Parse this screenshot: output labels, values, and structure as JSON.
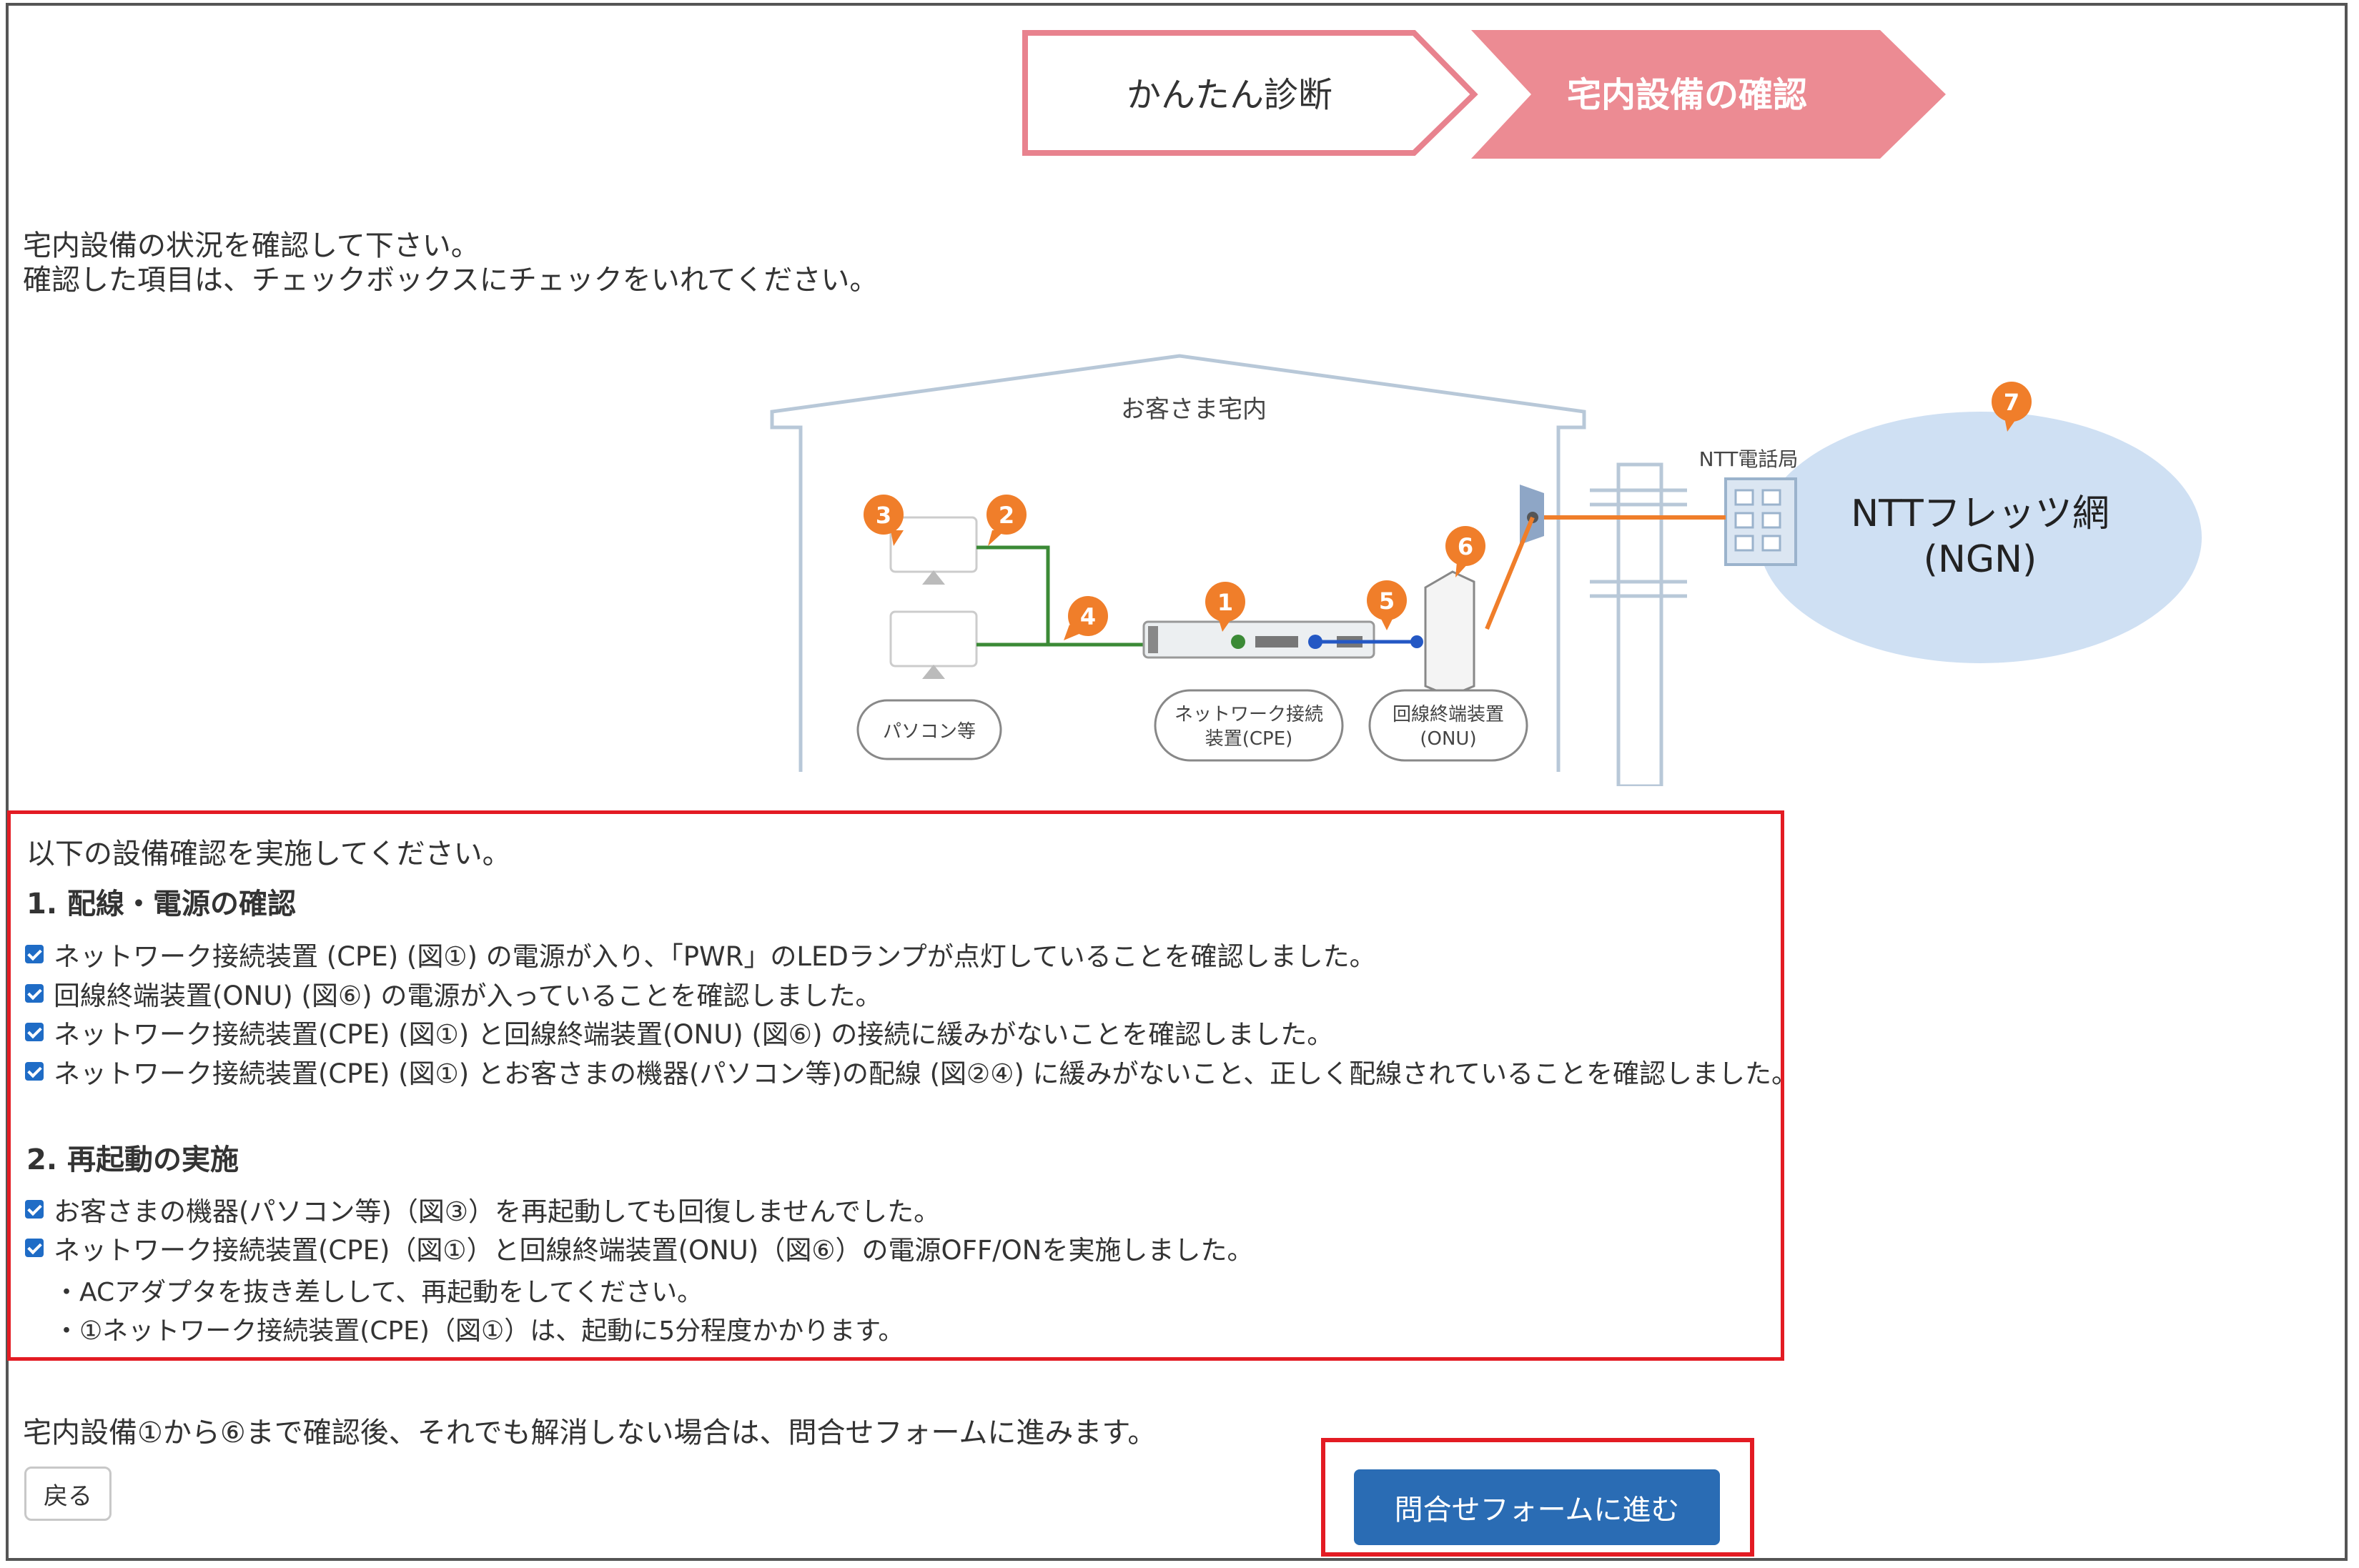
{
  "steps": {
    "step1": "かんたん診断",
    "step2": "宅内設備の確認",
    "border_color": "#e8828e",
    "active_fill": "#ec8b93"
  },
  "intro": {
    "line1": "宅内設備の状況を確認して下さい。",
    "line2": "確認した項目は、チェックボックスにチェックをいれてください。"
  },
  "diagram": {
    "house_label": "お客さま宅内",
    "station_label": "NTT電話局",
    "network_line1": "NTTフレッツ網",
    "network_line2": "(NGN)",
    "pc_label": "パソコン等",
    "cpe_label_line1": "ネットワーク接続",
    "cpe_label_line2": "装置(CPE)",
    "onu_label_line1": "回線終端装置",
    "onu_label_line2": "(ONU)",
    "badges": [
      "1",
      "2",
      "3",
      "4",
      "5",
      "6",
      "7"
    ],
    "badge_color": "#f07e2a",
    "network_color": "#cfe0f3"
  },
  "checks": {
    "intro": "以下の設備確認を実施してください。",
    "section1_title": "1. 配線・電源の確認",
    "section1_items": [
      {
        "label": "ネットワーク接続装置 (CPE) (図①) の電源が入り、「PWR」のLEDランプが点灯していることを確認しました。",
        "checked": true
      },
      {
        "label": "回線終端装置(ONU) (図⑥) の電源が入っていることを確認しました。",
        "checked": true
      },
      {
        "label": "ネットワーク接続装置(CPE) (図①) と回線終端装置(ONU) (図⑥) の接続に緩みがないことを確認しました。",
        "checked": true
      },
      {
        "label": "ネットワーク接続装置(CPE) (図①) とお客さまの機器(パソコン等)の配線 (図②④) に緩みがないこと、正しく配線されていることを確認しました。",
        "checked": true
      }
    ],
    "section2_title": "2. 再起動の実施",
    "section2_items": [
      {
        "label": "お客さまの機器(パソコン等)（図③）を再起動しても回復しませんでした。",
        "checked": true
      },
      {
        "label": "ネットワーク接続装置(CPE)（図①）と回線終端装置(ONU)（図⑥）の電源OFF/ONを実施しました。",
        "checked": true
      }
    ],
    "notes": [
      "・ACアダプタを抜き差しして、再起動をしてください。",
      "・①ネットワーク接続装置(CPE)（図①）は、起動に5分程度かかります。"
    ]
  },
  "footer": {
    "note": "宅内設備①から⑥まで確認後、それでも解消しない場合は、問合せフォームに進みます。",
    "back_label": "戻る",
    "next_label": "問合せフォームに進む"
  }
}
